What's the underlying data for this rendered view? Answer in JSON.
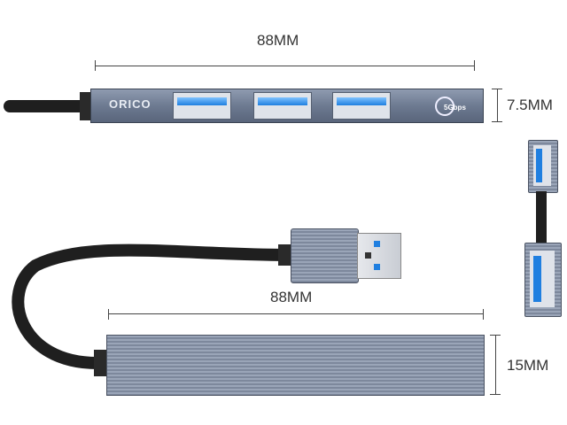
{
  "dimensions": {
    "top_length": "88MM",
    "top_height": "7.5MM",
    "bottom_length": "88MM",
    "bottom_height": "15MM"
  },
  "hub": {
    "brand": "ORICO",
    "speed_badge": "5Gbps"
  },
  "colors": {
    "body": "#6d7a91",
    "port_blue": "#1f7fe0",
    "cable": "#1f1f1f"
  }
}
